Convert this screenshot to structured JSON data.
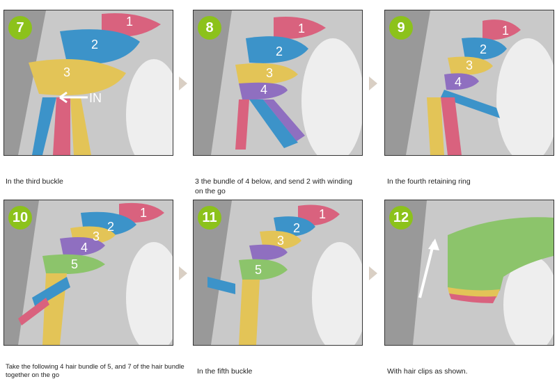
{
  "steps": [
    {
      "number": "7",
      "caption": "In the third buckle",
      "labels": [
        "1",
        "2",
        "3"
      ],
      "extra": "IN"
    },
    {
      "number": "8",
      "caption": "3 the bundle of 4 below, and send 2 with winding on the go",
      "labels": [
        "1",
        "2",
        "3",
        "4"
      ]
    },
    {
      "number": "9",
      "caption": "In the fourth retaining ring",
      "labels": [
        "1",
        "2",
        "3",
        "4"
      ]
    },
    {
      "number": "10",
      "caption": "Take the following 4 hair bundle of 5, and 7 of the hair bundle together on the go",
      "labels": [
        "1",
        "2",
        "3",
        "4",
        "5"
      ]
    },
    {
      "number": "11",
      "caption": "In the fifth buckle",
      "labels": [
        "1",
        "2",
        "3",
        "5"
      ]
    },
    {
      "number": "12",
      "caption": "With hair clips as shown.",
      "labels": []
    }
  ],
  "colors": {
    "badge": "#8cc21b",
    "bundle1": "#d9627e",
    "bundle2": "#3c93c9",
    "bundle3": "#e3c457",
    "bundle4": "#8f6fc0",
    "bundle5": "#8cc46b",
    "arrow": "#d9cfc4"
  }
}
